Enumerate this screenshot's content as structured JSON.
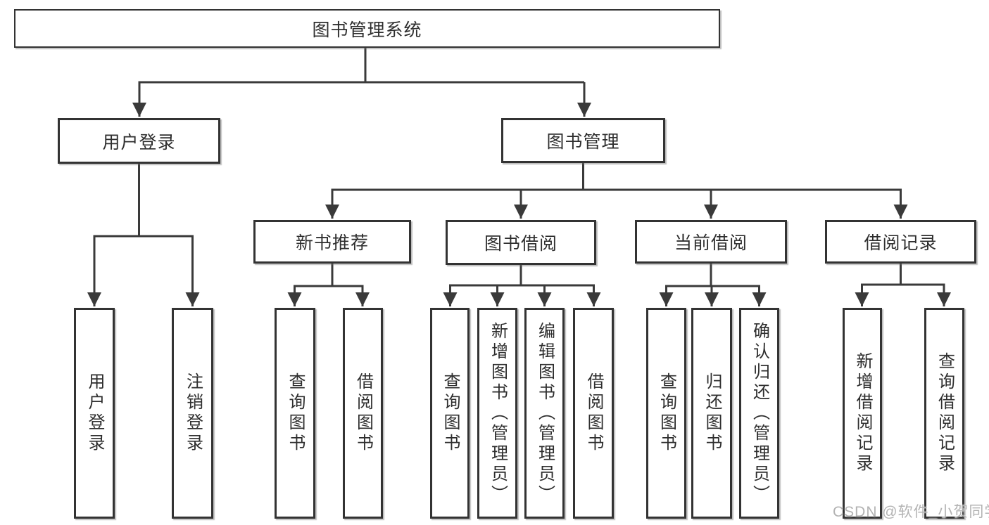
{
  "tree": {
    "root": {
      "label": "图书管理系统"
    },
    "branches": [
      {
        "label": "用户登录",
        "children": [
          {
            "label": "用户登录"
          },
          {
            "label": "注销登录"
          }
        ]
      },
      {
        "label": "图书管理",
        "children": [
          {
            "label": "新书推荐",
            "children": [
              {
                "label": "查询图书"
              },
              {
                "label": "借阅图书"
              }
            ]
          },
          {
            "label": "图书借阅",
            "children": [
              {
                "label": "查询图书"
              },
              {
                "label": "新增图书（管理员）"
              },
              {
                "label": "编辑图书（管理员）"
              },
              {
                "label": "借阅图书"
              }
            ]
          },
          {
            "label": "当前借阅",
            "children": [
              {
                "label": "查询图书"
              },
              {
                "label": "归还图书"
              },
              {
                "label": "确认归还（管理员）"
              }
            ]
          },
          {
            "label": "借阅记录",
            "children": [
              {
                "label": "新增借阅记录"
              },
              {
                "label": "查询借阅记录"
              }
            ]
          }
        ]
      }
    ]
  },
  "watermark": "CSDN @软件_小贺同学",
  "colors": {
    "line": "#3a3a3a",
    "box_border": "#333333",
    "box_fill": "#ffffff",
    "text": "#2e2e2e",
    "watermark": "#b3b3b3"
  }
}
